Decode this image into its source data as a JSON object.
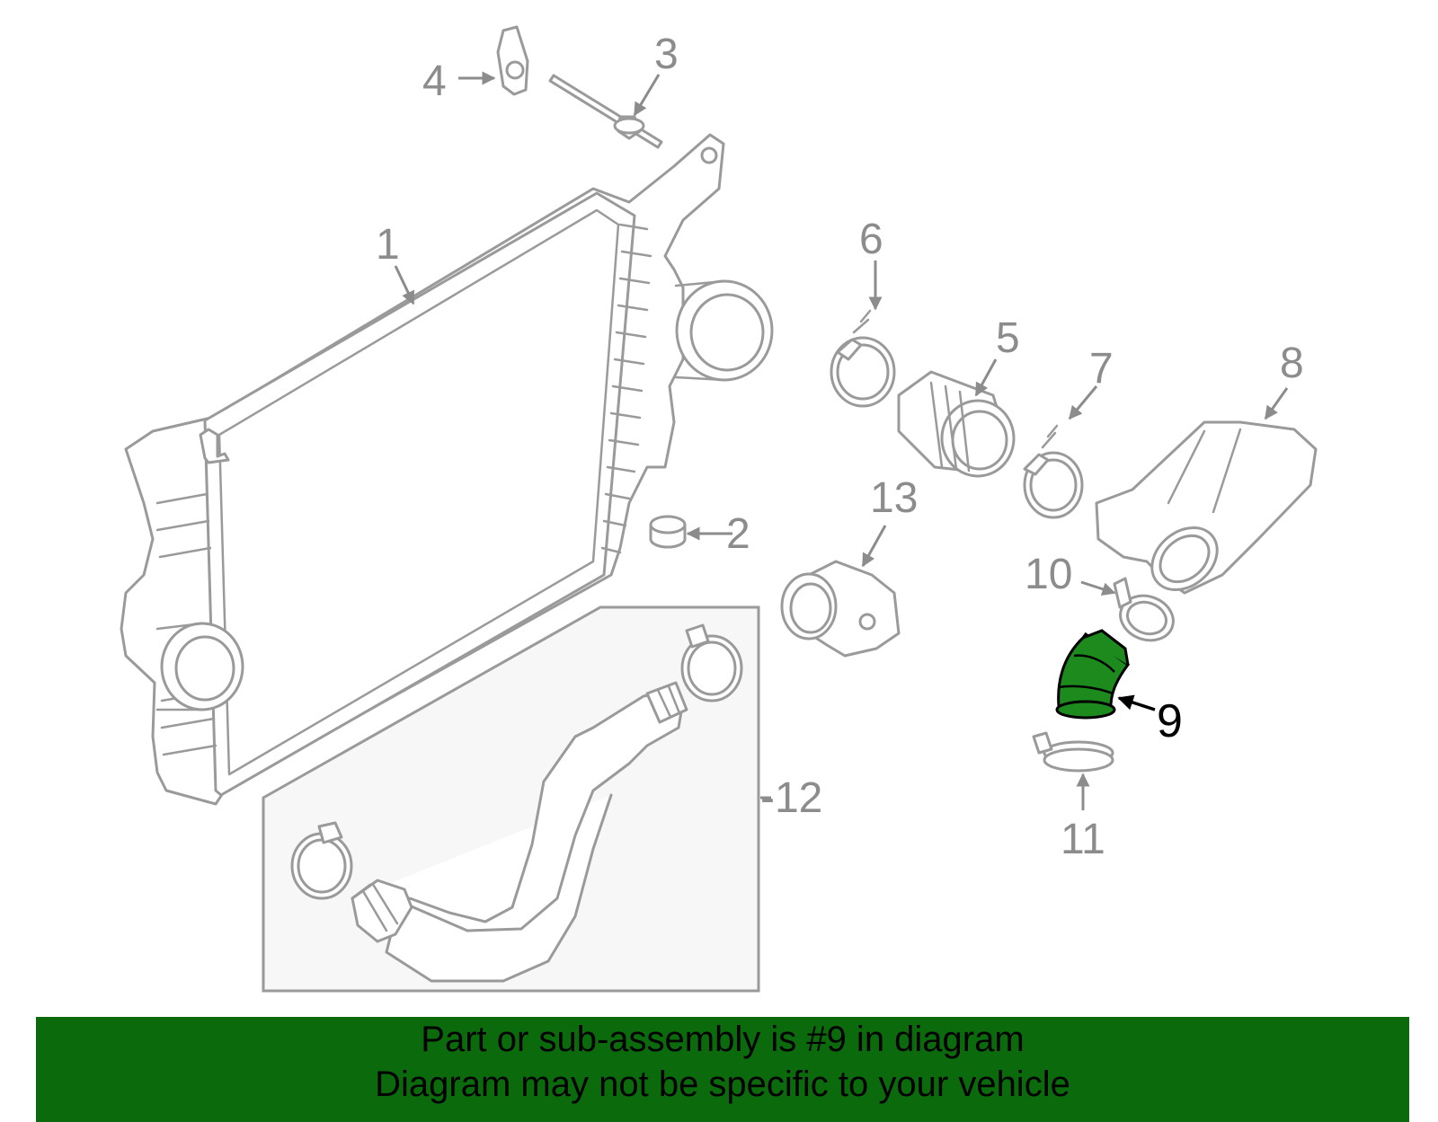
{
  "diagram": {
    "callouts": {
      "c1": "1",
      "c2": "2",
      "c3": "3",
      "c4": "4",
      "c5": "5",
      "c6": "6",
      "c7": "7",
      "c8": "8",
      "c9": "9",
      "c10": "10",
      "c11": "11",
      "c12": "-12",
      "c13": "13"
    },
    "highlight_color": "#1d8a1d",
    "line_color": "#9a9a9a",
    "subassembly_box_fill": "#f7f7f7"
  },
  "banner": {
    "line1": "Part or sub-assembly is #9 in diagram",
    "line2": "Diagram may not be specific to your vehicle",
    "background": "#0b6a0b"
  }
}
